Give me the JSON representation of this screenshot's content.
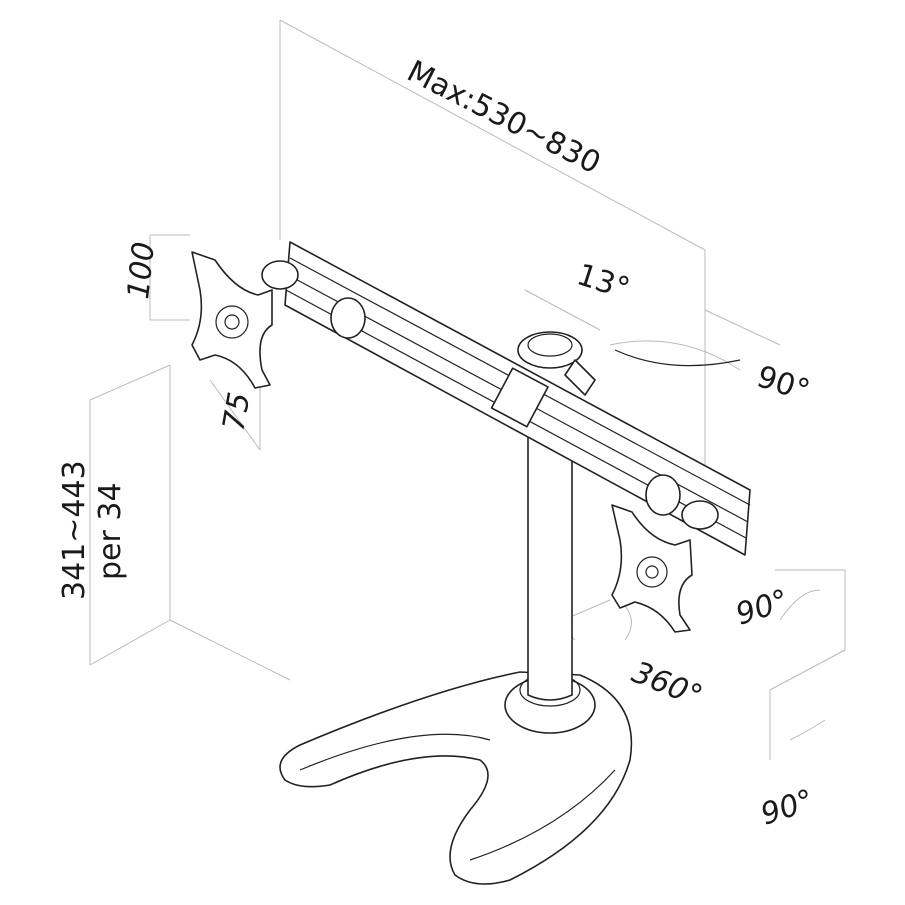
{
  "labels": {
    "max_width": "Max:530~830",
    "plate_height": "100",
    "tilt_angle": "13°",
    "swivel_angle": "90°",
    "plate_width": "75",
    "height_range": "341~443",
    "height_step": "per 34",
    "rotation_angle": "90°",
    "base_rotation": "360°",
    "tilt_bottom": "90°"
  }
}
